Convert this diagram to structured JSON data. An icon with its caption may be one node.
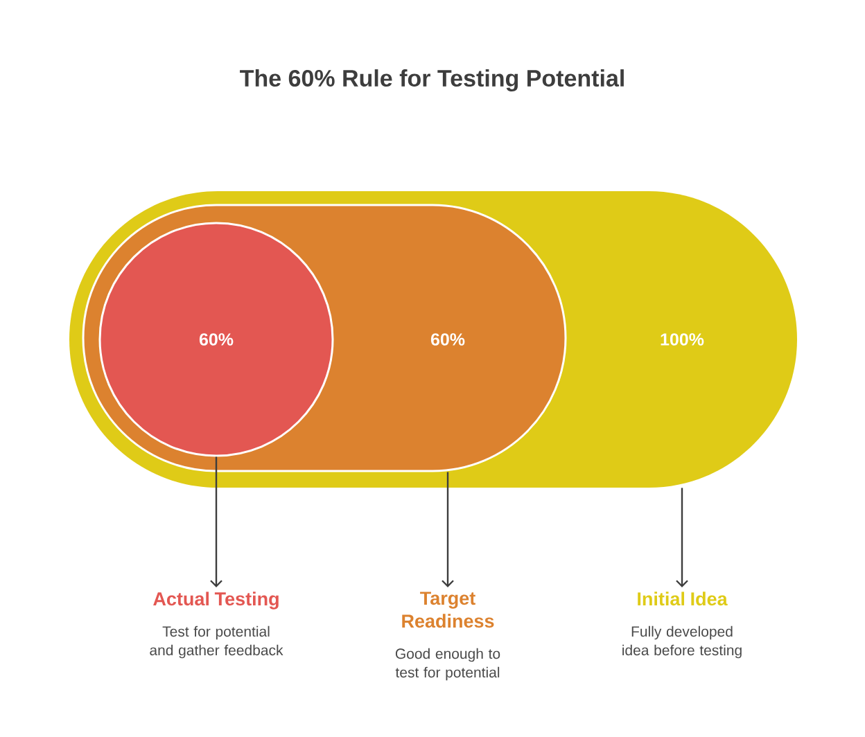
{
  "diagram": {
    "title": "The 60% Rule for Testing Potential",
    "nodes": [
      {
        "text": [
          "100%"
        ]
      },
      {
        "text": [
          "60%"
        ],
        "in": 0
      },
      {
        "text": [
          "60%"
        ],
        "in": 1
      },
      {
        "text": [
          "Actual Testing",
          "Test for potential and gather feedback"
        ]
      },
      {
        "text": [
          "Target Readiness",
          "Good enough to test for potential"
        ]
      },
      {
        "text": [
          "Initial Idea",
          "Fully developed idea before testing"
        ]
      }
    ],
    "edges": [
      {
        "from": 2,
        "to": 3,
        "arrow": "to"
      },
      {
        "from": 1,
        "to": 4,
        "arrow": "to"
      },
      {
        "from": 0,
        "to": 5,
        "arrow": "to"
      }
    ]
  }
}
